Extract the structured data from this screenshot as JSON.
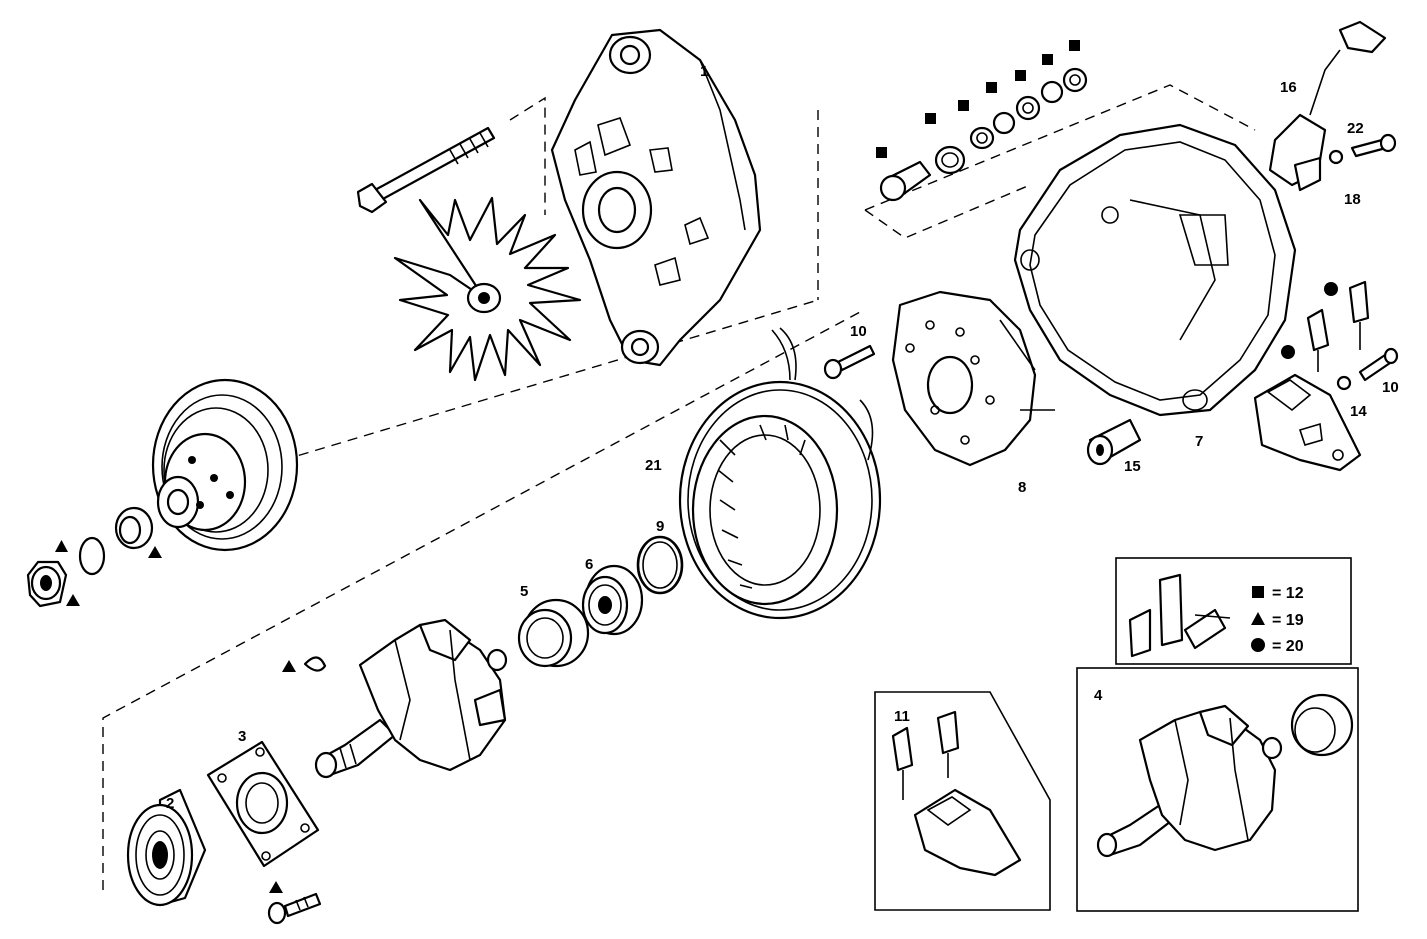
{
  "diagram": {
    "part_labels": [
      {
        "id": "p1",
        "text": "1"
      },
      {
        "id": "p2",
        "text": "2"
      },
      {
        "id": "p3",
        "text": "3"
      },
      {
        "id": "p4",
        "text": "4"
      },
      {
        "id": "p5",
        "text": "5"
      },
      {
        "id": "p6",
        "text": "6"
      },
      {
        "id": "p7",
        "text": "7"
      },
      {
        "id": "p8",
        "text": "8"
      },
      {
        "id": "p9",
        "text": "9"
      },
      {
        "id": "p10a",
        "text": "10"
      },
      {
        "id": "p10b",
        "text": "10"
      },
      {
        "id": "p11",
        "text": "11"
      },
      {
        "id": "p14",
        "text": "14"
      },
      {
        "id": "p15",
        "text": "15"
      },
      {
        "id": "p16",
        "text": "16"
      },
      {
        "id": "p18",
        "text": "18"
      },
      {
        "id": "p21",
        "text": "21"
      },
      {
        "id": "p22",
        "text": "22"
      }
    ],
    "legend": [
      {
        "symbol": "square",
        "text": "= 12"
      },
      {
        "symbol": "triangle",
        "text": "= 19"
      },
      {
        "symbol": "circle",
        "text": "= 20"
      }
    ]
  }
}
